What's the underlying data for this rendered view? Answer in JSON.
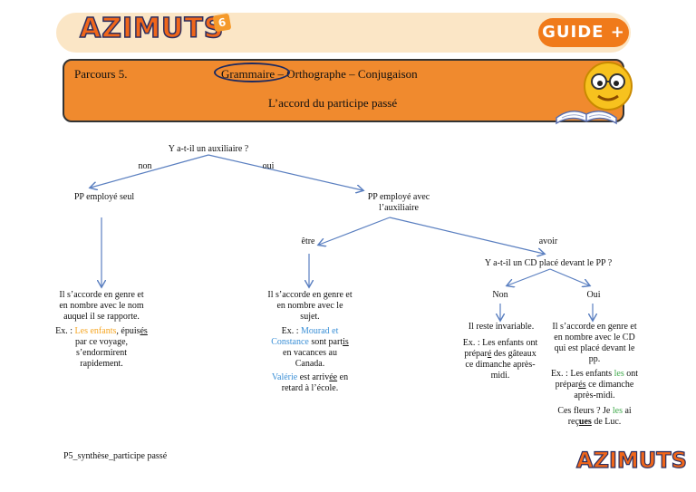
{
  "header": {
    "logo": "AZIMUTS",
    "logo_number": "6",
    "guide_label": "GUIDE +",
    "parcours": "Parcours 5.",
    "topic_prefix": "Grammaire",
    "topic_rest": " – Orthographe – Conjugaison",
    "title": "L’accord du participe passé"
  },
  "tree": {
    "question_aux": "Y a-t-il un auxiliaire ?",
    "non": "non",
    "oui": "oui",
    "pp_seul": "PP employé seul",
    "pp_aux_line1": "PP employé avec",
    "pp_aux_line2": "l’auxiliaire",
    "etre": "être",
    "avoir": "avoir",
    "question_cd": "Y a-t-il un CD placé devant le PP ?",
    "non2": "Non",
    "oui2": "Oui",
    "seul_rule": [
      "Il s’accorde en genre et",
      "en nombre avec le nom",
      "auquel il se rapporte."
    ],
    "seul_ex": {
      "prefix": "Ex. : ",
      "subject": "Les enfants",
      "mid": ", épuis",
      "ending": "és",
      "rest": [
        "par ce voyage,",
        "s’endormirent",
        "rapidement."
      ]
    },
    "etre_rule": [
      "Il s’accorde en genre et",
      "en nombre avec le",
      "sujet."
    ],
    "etre_ex1": {
      "prefix": "Ex. : ",
      "name1": "Mourad et",
      "name2": "Constance",
      "mid": " sont part",
      "ending": "is",
      "rest": [
        "en vacances au",
        "Canada."
      ]
    },
    "etre_ex2": {
      "name": "Valérie",
      "mid": " est arriv",
      "ending": "ée",
      "rest": " en",
      "line2": "retard à l’école."
    },
    "avoir_non_rule": "Il reste invariable.",
    "avoir_non_ex": {
      "prefix": "Ex. : Les enfants ont",
      "line2a": "prépar",
      "ending": "é",
      "line2b": " des gâteaux",
      "line3": "ce dimanche après-",
      "line4": "midi."
    },
    "avoir_oui_rule": [
      "Il s’accorde en genre et",
      "en nombre avec le CD",
      "qui est placé devant le",
      "pp."
    ],
    "avoir_oui_ex1": {
      "prefix": "Ex. : Les enfants ",
      "les": "les",
      "ont": " ont",
      "line2a": "prépar",
      "ending": "és",
      "line2b": " ce dimanche",
      "line3": "après-midi."
    },
    "avoir_oui_ex2": {
      "a": "Ces fleurs ? Je ",
      "les": "les",
      "b": " ai",
      "line2a": "reç",
      "ending": "ues",
      "line2b": " de Luc."
    }
  },
  "footer": {
    "label": "P5_synthèse_participe passé",
    "logo": "AZIMUTS"
  },
  "colors": {
    "orange_header": "#f08a2e",
    "blue_example": "#3a8fd6",
    "orange_example": "#f6a623",
    "green_example": "#3ea94a"
  }
}
